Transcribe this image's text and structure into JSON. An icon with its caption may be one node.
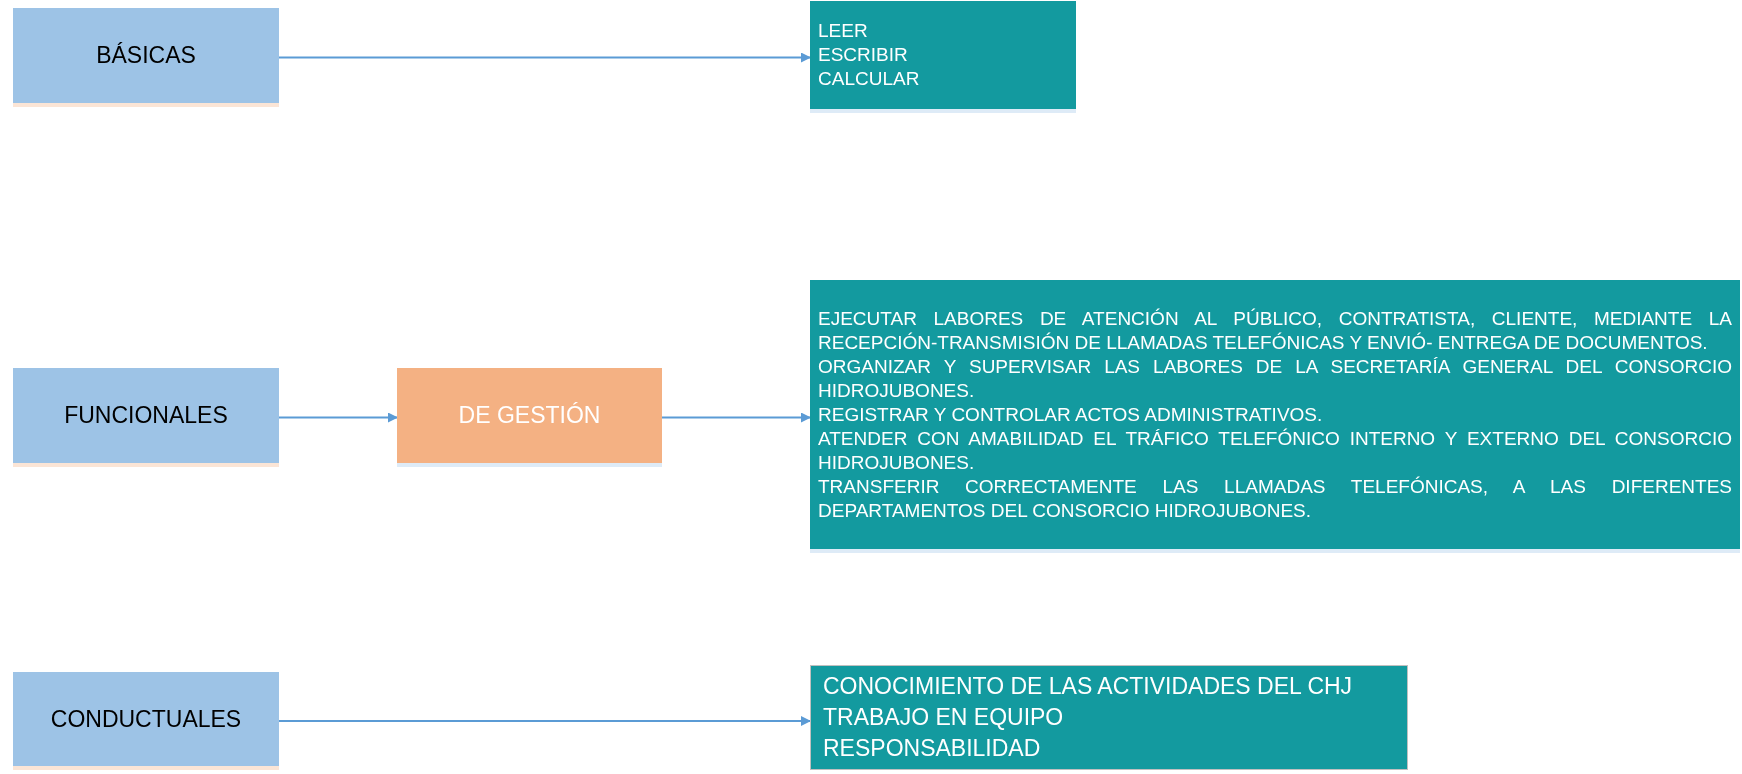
{
  "diagram": {
    "nodes": [
      {
        "text": [
          "BÁSICAS"
        ]
      },
      {
        "text": [
          "LEER",
          "ESCRIBIR",
          "CALCULAR"
        ]
      },
      {
        "text": [
          "FUNCIONALES"
        ]
      },
      {
        "text": [
          "DE GESTIÓN"
        ]
      },
      {
        "text": [
          "EJECUTAR LABORES DE ATENCIÓN AL PÚBLICO, CONTRATISTA, CLIENTE, MEDIANTE LA RECEPCIÓN-TRANSMISIÓN DE LLAMADAS TELEFÓNICAS Y ENVIÓ- ENTREGA DE DOCUMENTOS.",
          "ORGANIZAR Y SUPERVISAR LAS LABORES DE LA SECRETARÍA GENERAL DEL CONSORCIO HIDROJUBONES.",
          "REGISTRAR Y CONTROLAR ACTOS ADMINISTRATIVOS.",
          "ATENDER CON AMABILIDAD EL TRÁFICO TELEFÓNICO INTERNO Y EXTERNO DEL CONSORCIO HIDROJUBONES.",
          "TRANSFERIR CORRECTAMENTE LAS LLAMADAS TELEFÓNICAS, A LAS DIFERENTES DEPARTAMENTOS DEL CONSORCIO HIDROJUBONES."
        ]
      },
      {
        "text": [
          "CONDUCTUALES"
        ]
      },
      {
        "text": [
          "CONOCIMIENTO DE LAS ACTIVIDADES DEL CHJ",
          "TRABAJO EN EQUIPO",
          "RESPONSABILIDAD"
        ]
      }
    ],
    "edges": [
      {
        "from": 0,
        "to": 1,
        "arrow": "to"
      },
      {
        "from": 2,
        "to": 3,
        "arrow": "to"
      },
      {
        "from": 3,
        "to": 4,
        "arrow": "to"
      },
      {
        "from": 5,
        "to": 6,
        "arrow": "to"
      }
    ]
  }
}
